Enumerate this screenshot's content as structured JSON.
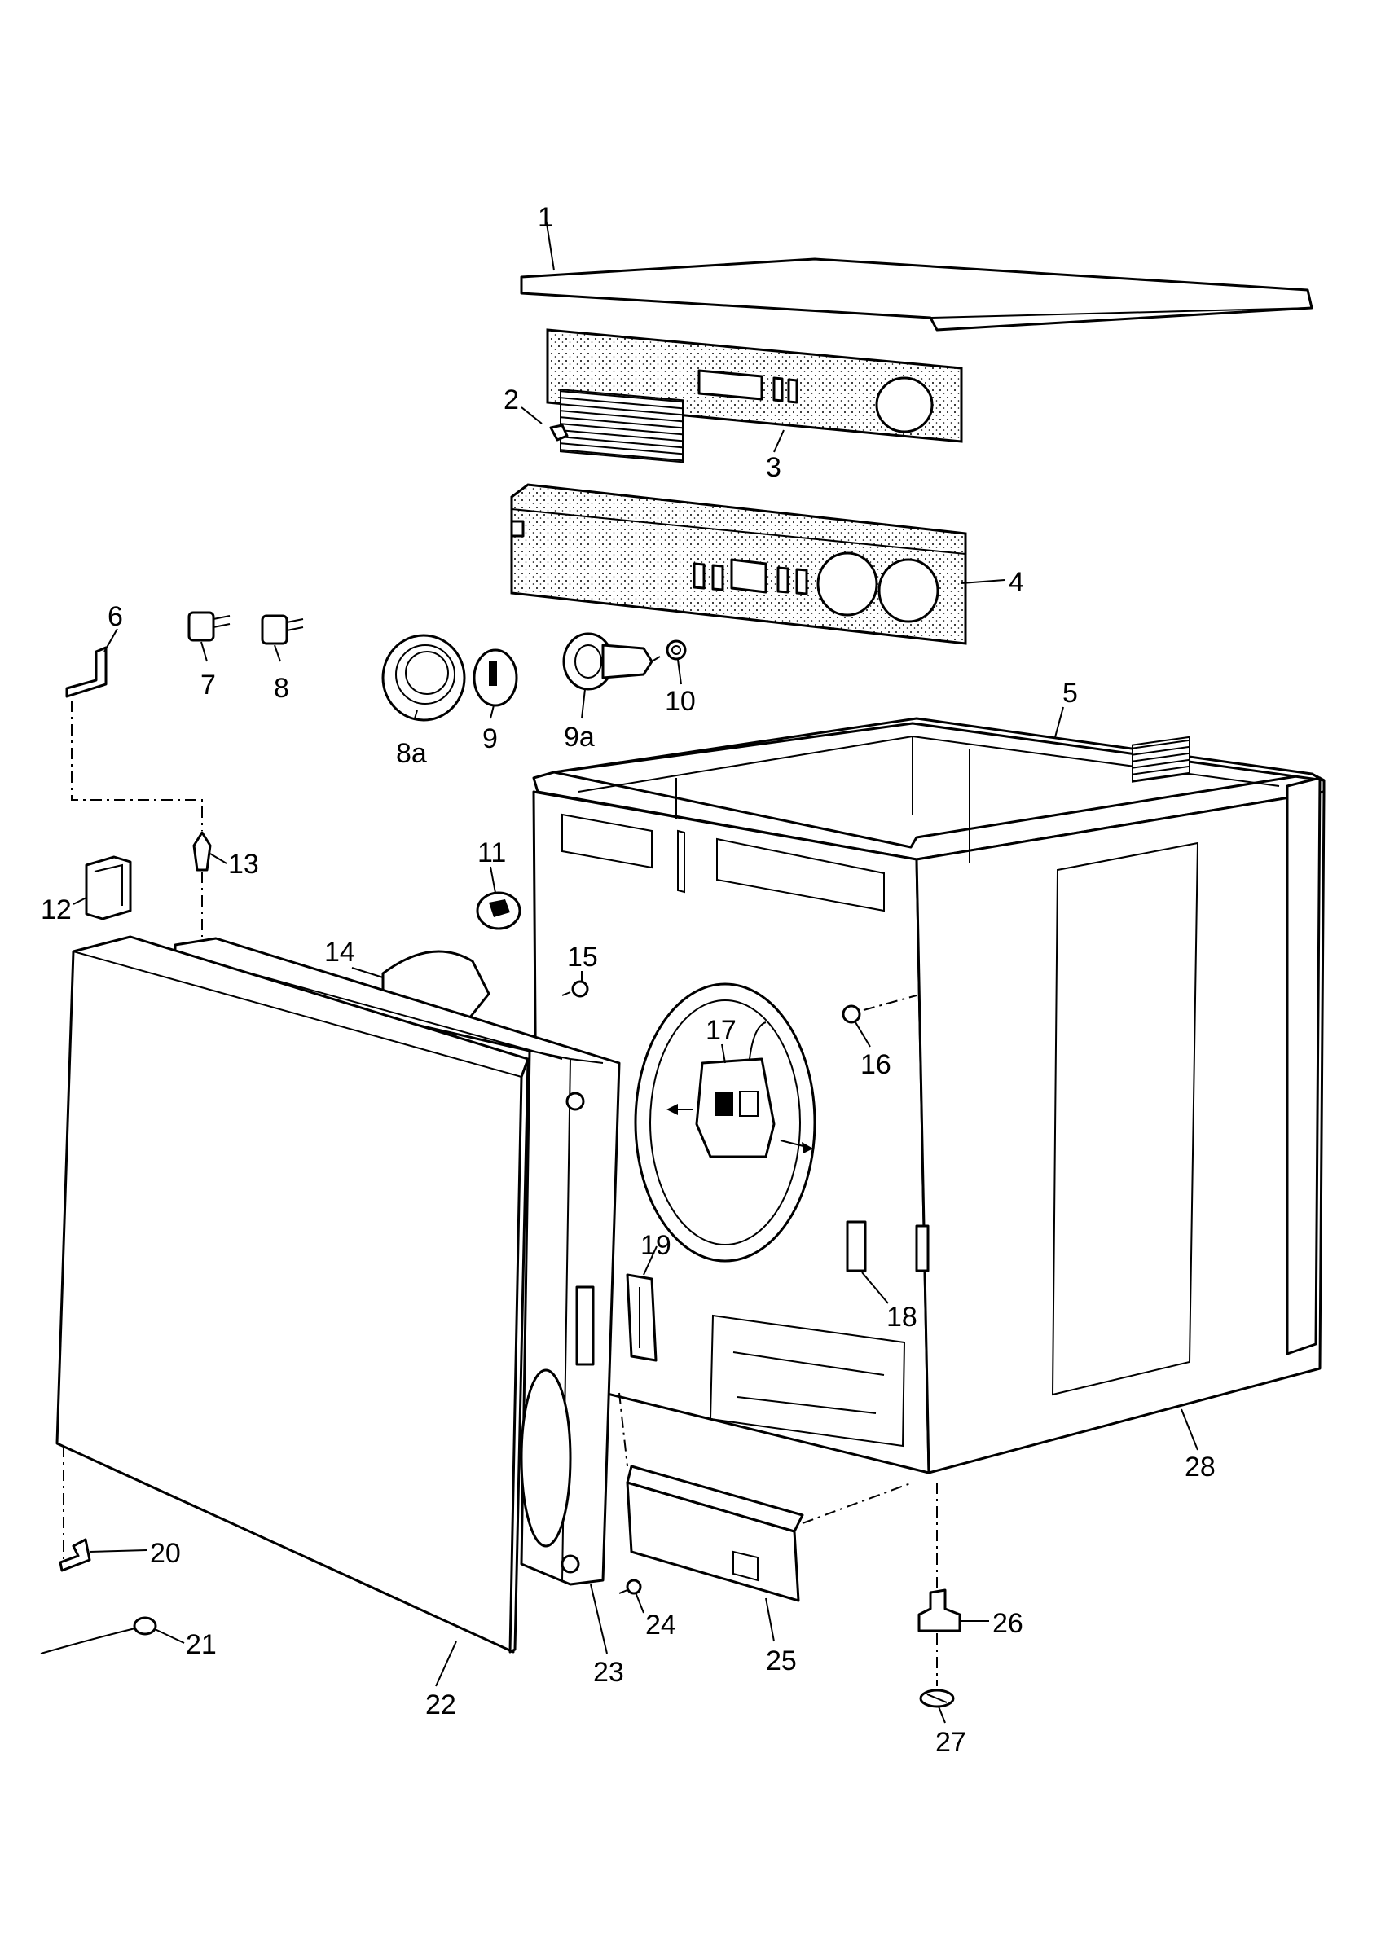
{
  "diagram": {
    "callouts": [
      {
        "id": "1",
        "text": "1"
      },
      {
        "id": "2",
        "text": "2"
      },
      {
        "id": "3",
        "text": "3"
      },
      {
        "id": "4",
        "text": "4"
      },
      {
        "id": "5",
        "text": "5"
      },
      {
        "id": "6",
        "text": "6"
      },
      {
        "id": "7",
        "text": "7"
      },
      {
        "id": "8",
        "text": "8"
      },
      {
        "id": "8a",
        "text": "8a"
      },
      {
        "id": "9",
        "text": "9"
      },
      {
        "id": "9a",
        "text": "9a"
      },
      {
        "id": "10",
        "text": "10"
      },
      {
        "id": "11",
        "text": "11"
      },
      {
        "id": "12",
        "text": "12"
      },
      {
        "id": "13",
        "text": "13"
      },
      {
        "id": "14",
        "text": "14"
      },
      {
        "id": "15",
        "text": "15"
      },
      {
        "id": "16",
        "text": "16"
      },
      {
        "id": "17",
        "text": "17"
      },
      {
        "id": "18",
        "text": "18"
      },
      {
        "id": "19",
        "text": "19"
      },
      {
        "id": "20",
        "text": "20"
      },
      {
        "id": "21",
        "text": "21"
      },
      {
        "id": "22",
        "text": "22"
      },
      {
        "id": "23",
        "text": "23"
      },
      {
        "id": "24",
        "text": "24"
      },
      {
        "id": "25",
        "text": "25"
      },
      {
        "id": "26",
        "text": "26"
      },
      {
        "id": "27",
        "text": "27"
      },
      {
        "id": "28",
        "text": "28"
      }
    ]
  }
}
